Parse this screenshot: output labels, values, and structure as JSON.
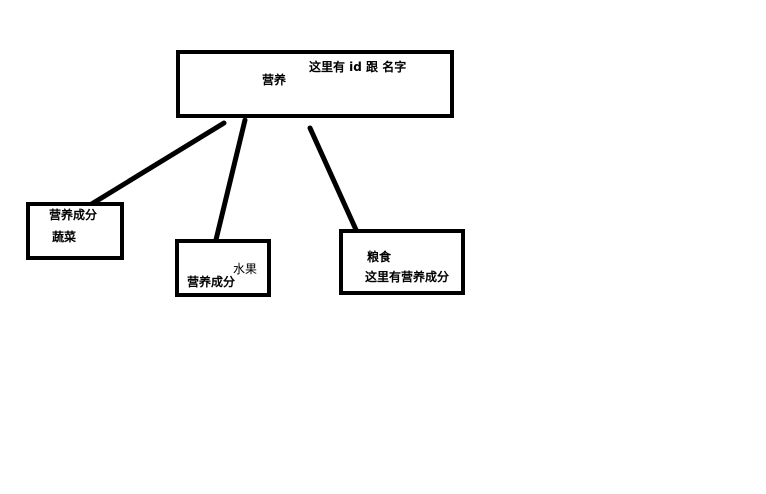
{
  "diagram": {
    "root": {
      "label": "营养",
      "note": "这里有 id 跟 名字"
    },
    "children": [
      {
        "id": "vegetable",
        "title": "营养成分",
        "label": "蔬菜"
      },
      {
        "id": "fruit",
        "label": "水果",
        "title": "营养成分"
      },
      {
        "id": "grain",
        "label": "粮食",
        "note": "这里有营养成分"
      }
    ]
  },
  "colors": {
    "stroke": "#000000",
    "background": "#ffffff"
  }
}
